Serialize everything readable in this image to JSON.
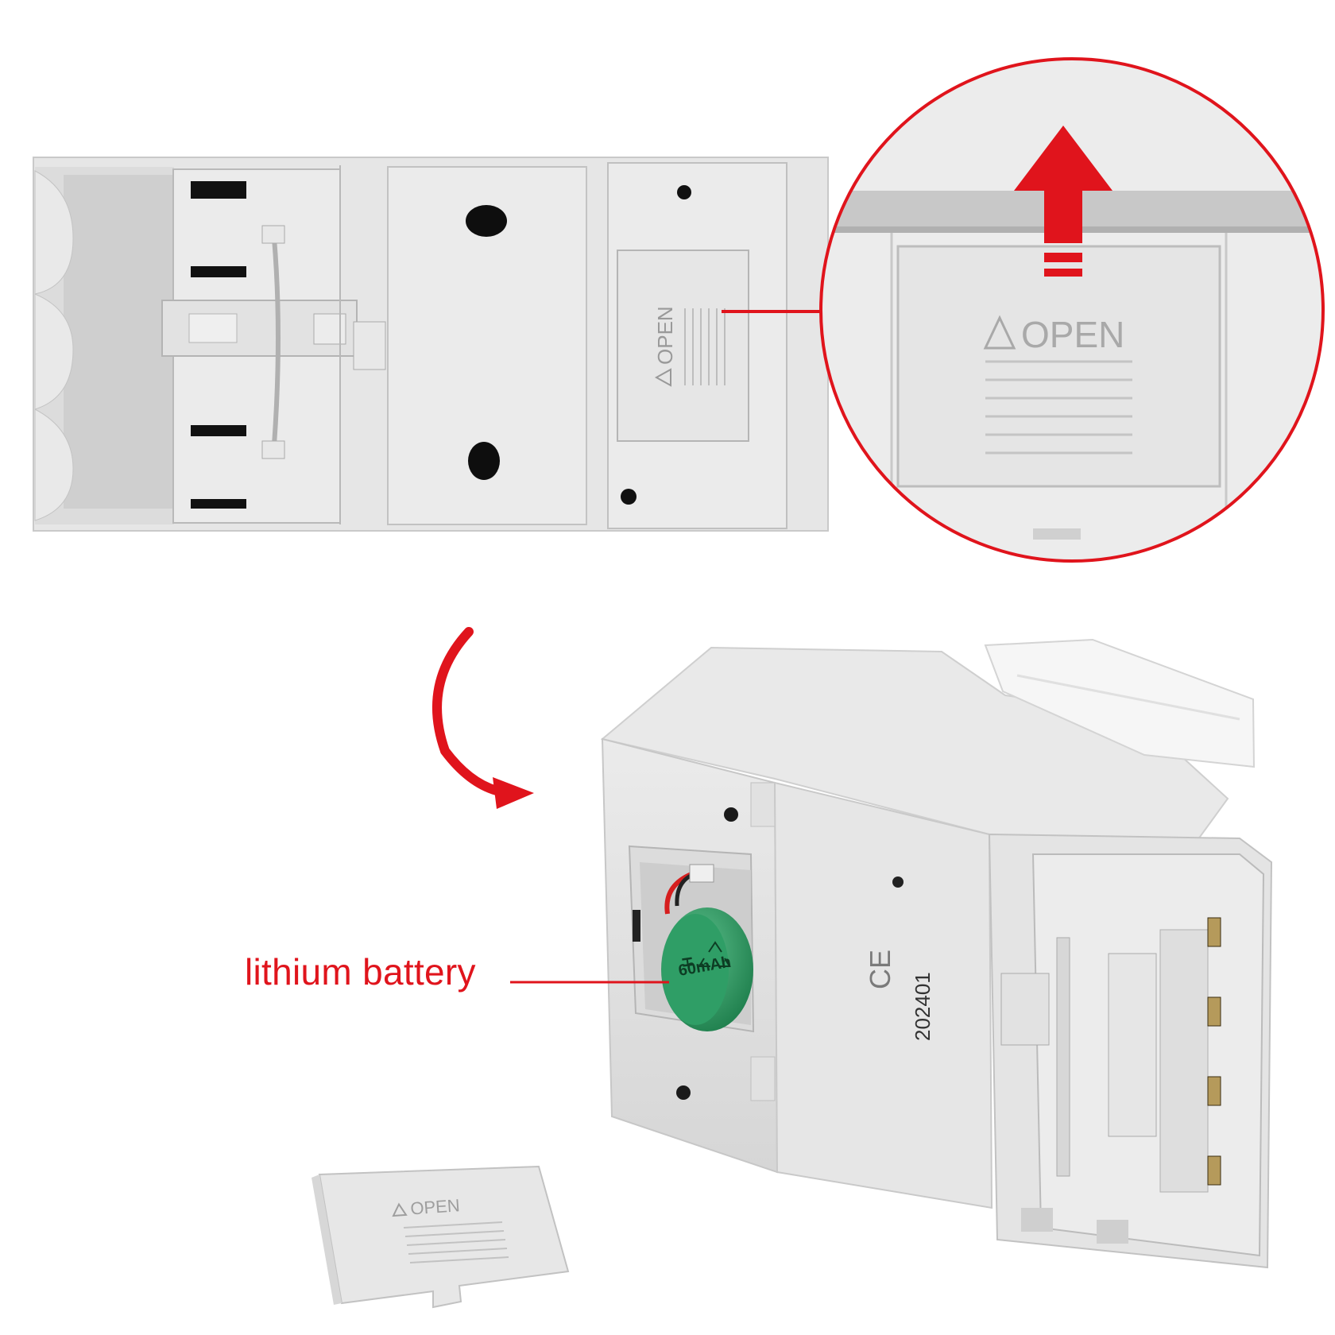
{
  "callouts": {
    "battery_label": "lithium battery"
  },
  "markings": {
    "cover_label": "OPEN",
    "ce_mark": "CE",
    "model_code": "202401",
    "battery_text": "60mAh",
    "battery_text_partial": "H"
  },
  "icons": {
    "open_triangle": "triangle-outline-icon",
    "recycle": "recycle-icon",
    "pull_direction": "up-arrow-icon",
    "rotate_direction": "curved-arrow-icon"
  },
  "colors": {
    "accent": "#e0141c",
    "device_body": "#e7e7e7",
    "battery": "#2c9a63",
    "background": "#ffffff"
  }
}
